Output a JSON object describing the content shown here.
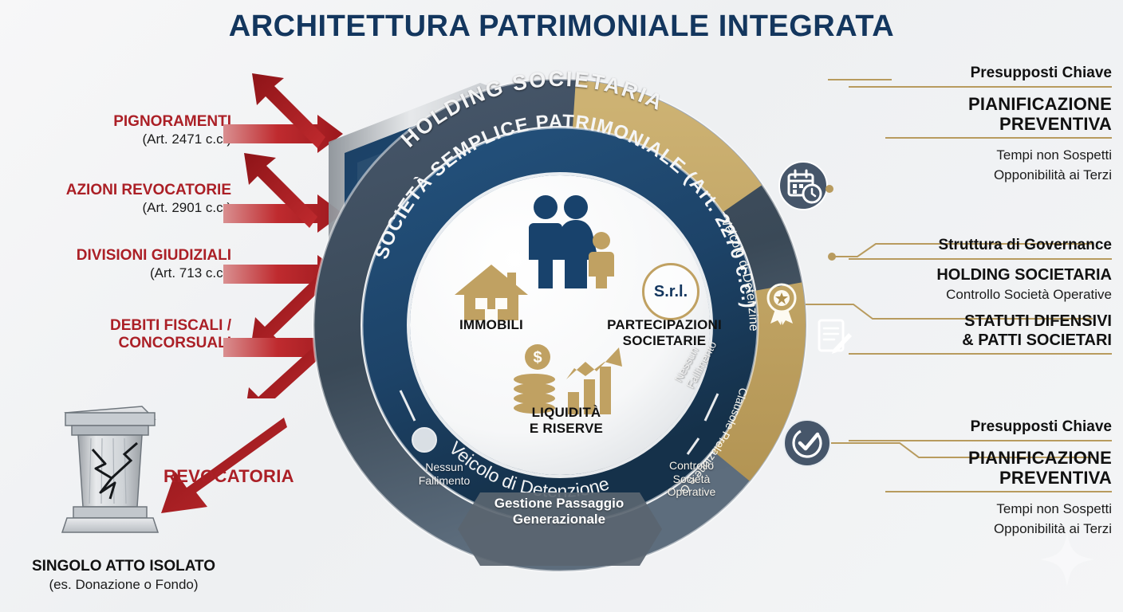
{
  "title": "ARCHITETTURA PATRIMONIALE INTEGRATA",
  "colors": {
    "title": "#13365e",
    "threat_red": "#ab1f26",
    "arrow_red": "#b01f24",
    "outer_ring": "#3d4c5c",
    "inner_ring": "#1d4368",
    "gold_ring": "#c0a162",
    "gold_rule": "#b89b5e",
    "background": "#f4f5f6"
  },
  "threats": [
    {
      "name": "PIGNORAMENTI",
      "article": "(Art. 2471 c.c.)"
    },
    {
      "name": "AZIONI REVOCATORIE",
      "article": "(Art. 2901 c.c.)"
    },
    {
      "name": "DIVISIONI GIUDIZIALI",
      "article": "(Art. 713 c.c.)"
    },
    {
      "name": "DEBITI FISCALI /",
      "article": "CONCORSUALI"
    }
  ],
  "isolated_act": {
    "arrow_label": "REVOCATORIA",
    "caption_main": "SINGOLO ATTO ISOLATO",
    "caption_sub": "(es. Donazione o Fondo)",
    "icon": "broken-column-icon"
  },
  "rings": {
    "outer_label": "HOLDING SOCIETARIA",
    "inner_label": "SOCIETÀ SEMPLICE PATRIMONIALE (Art. 2270 c.c.)",
    "inner_bottom_label": "Veicolo di Detenzione",
    "gold_top_label": "Veicolo di Detenzine",
    "gold_bottom_label": "Clausole Prelazione e Gradimento",
    "note_left": "Nessun Fallimento",
    "note_inner_right": "Nessun Fallimento",
    "note_right": "Controllo Società Operative",
    "generational_tag": "Gestione Passaggio Generazionale"
  },
  "center_assets": [
    {
      "label": "IMMOBILI",
      "icon": "house-icon"
    },
    {
      "label": "PARTECIPAZIONI SOCIETARIE",
      "icon": "srl-circle-icon",
      "badge": "S.r.l."
    },
    {
      "label": "LIQUIDITÀ E RISERVE",
      "icon": "coins-growth-icon"
    },
    {
      "label": "",
      "icon": "family-icon"
    }
  ],
  "right_panels": [
    {
      "kicker": "Presupposti Chiave",
      "heading": "PIANIFICAZIONE PREVENTIVA",
      "lines": [
        "Tempi non Sospetti",
        "Opponibilità ai Terzi"
      ],
      "icon": "calendar-clock-icon"
    },
    {
      "kicker": "Struttura di Governance",
      "heading": "HOLDING SOCIETARIA",
      "lines": [
        "Controllo Società Operative"
      ],
      "icon": "ribbon-award-icon"
    },
    {
      "kicker": "",
      "heading": "STATUTI DIFENSIVI & PATTI SOCIETARI",
      "lines": [],
      "icon": "document-pencil-icon"
    },
    {
      "kicker": "Presupposti Chiave",
      "heading": "PIANIFICAZIONE PREVENTIVA",
      "lines": [
        "Tempi non Sospetti",
        "Opponibilità ai Terzi"
      ],
      "icon": "check-circle-icon"
    }
  ],
  "right_headings_split": {
    "p1a": "PIANIFICAZIONE",
    "p1b": "PREVENTIVA",
    "p4a": "PIANIFICAZIONE",
    "p4b": "PREVENTIVA",
    "p3a": "STATUTI DIFENSIVI",
    "p3b": "& PATTI SOCIETARI"
  }
}
